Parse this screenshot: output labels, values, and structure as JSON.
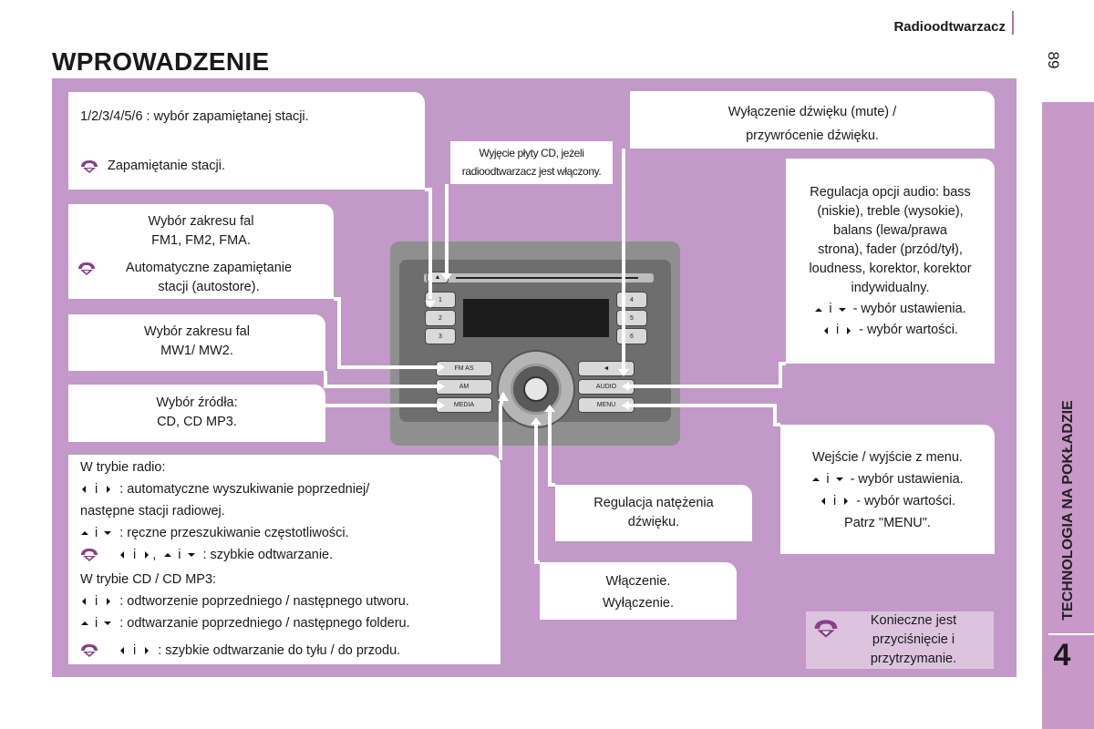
{
  "header": {
    "title": "Radioodtwarzacz",
    "page_number": "89"
  },
  "page_heading": "WPROWADZENIE",
  "side_tab": {
    "label": "TECHNOLOGIA NA POKŁADZIE",
    "chapter": "4"
  },
  "boxes": {
    "presets": {
      "line1": "1/2/3/4/5/6 : wybór zapamiętanej stacji.",
      "line2": "Zapamiętanie stacji."
    },
    "cd_eject": {
      "line1": "Wyjęcie płyty CD, jeżeli",
      "line2": "radioodtwarzacz jest włączony."
    },
    "mute": {
      "line1": "Wyłączenie dźwięku (mute) /",
      "line2": "przywrócenie dźwięku."
    },
    "fm_band": {
      "line1": "Wybór zakresu fal",
      "line2": "FM1, FM2, FMA.",
      "line3": "Automatyczne zapamiętanie",
      "line4": "stacji (autostore)."
    },
    "audio": {
      "line1": "Regulacja opcji audio: bass",
      "line2": "(niskie), treble (wysokie),",
      "line3": "balans (lewa/prawa",
      "line4": "strona), fader (przód/tył),",
      "line5": "loudness, korektor, korektor",
      "line6": "indywidualny.",
      "line7": "- wybór ustawienia.",
      "line8": "- wybór wartości.",
      "conj": "i"
    },
    "mw_band": {
      "line1": "Wybór zakresu fal",
      "line2": "MW1/ MW2."
    },
    "source": {
      "line1": "Wybór źródła:",
      "line2": "CD, CD MP3."
    },
    "menu": {
      "line1": "Wejście / wyjście z menu.",
      "line2": "- wybór ustawienia.",
      "line3": "- wybór wartości.",
      "line4": "Patrz \"MENU\".",
      "conj": "i"
    },
    "volume": {
      "line1": "Regulacja natężenia",
      "line2": "dźwięku."
    },
    "power": {
      "line1": "Włączenie.",
      "line2": "Wyłączenie."
    },
    "modes": {
      "radio_title": "W trybie radio:",
      "r1": ": automatyczne wyszukiwanie poprzedniej/",
      "r1b": "następne stacji radiowej.",
      "r2": ": ręczne przeszukiwanie częstotliwości.",
      "r3": ": szybkie odtwarzanie.",
      "cd_title": "W trybie CD / CD MP3:",
      "c1": ": odtworzenie poprzedniego / następnego utworu.",
      "c2": ": odtwarzanie poprzedniego / następnego folderu.",
      "c3": ": szybkie odtwarzanie do tyłu / do przodu.",
      "conj": "i"
    },
    "legend": {
      "line1": "Konieczne jest",
      "line2": "przyciśnięcie i",
      "line3": "przytrzymanie."
    }
  },
  "radio_buttons": {
    "p1": "1",
    "p2": "2",
    "p3": "3",
    "p4": "4",
    "p5": "5",
    "p6": "6",
    "fm": "FM AS",
    "am": "AM",
    "media": "MEDIA",
    "audio": "AUDIO",
    "menu": "MENU"
  },
  "colors": {
    "panel": "#c299c8",
    "side_tab": "#c899c8",
    "accent_line": "#a779a8",
    "legend_bg": "#dcc4de",
    "star_icon": "#8a3e8c"
  },
  "icons": [
    "press-hold-icon",
    "arrow-left-icon",
    "arrow-right-icon",
    "arrow-up-icon",
    "arrow-down-icon"
  ]
}
